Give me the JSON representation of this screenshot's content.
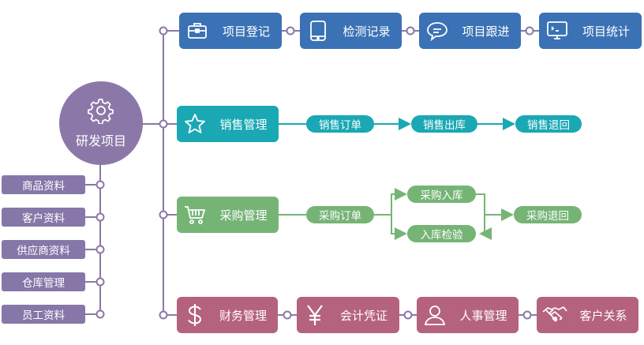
{
  "hub": {
    "label": "研发项目",
    "icon": "gear-icon"
  },
  "colors": {
    "blue": "#3b72b5",
    "teal": "#1aa8b4",
    "green": "#76b476",
    "pink": "#b5627e",
    "purple": "#8677a8",
    "line": "#8a78a6"
  },
  "row1": [
    {
      "label": "项目登记",
      "icon": "briefcase-icon"
    },
    {
      "label": "检测记录",
      "icon": "tablet-icon"
    },
    {
      "label": "项目跟进",
      "icon": "chat-bubble-icon"
    },
    {
      "label": "项目统计",
      "icon": "monitor-icon"
    }
  ],
  "sales": {
    "label": "销售管理",
    "icon": "star-icon",
    "steps": [
      "销售订单",
      "销售出库",
      "销售退回"
    ]
  },
  "purchase": {
    "label": "采购管理",
    "icon": "cart-icon",
    "order": "采购订单",
    "inbound": "采购入库",
    "check": "入库检验",
    "return": "采购退回"
  },
  "row4": [
    {
      "label": "财务管理",
      "icon": "dollar-icon"
    },
    {
      "label": "会计凭证",
      "icon": "yen-icon"
    },
    {
      "label": "人事管理",
      "icon": "person-icon"
    },
    {
      "label": "客户关系",
      "icon": "handshake-icon"
    }
  ],
  "side": [
    "商品资料",
    "客户资料",
    "供应商资料",
    "仓库管理",
    "员工资料"
  ]
}
